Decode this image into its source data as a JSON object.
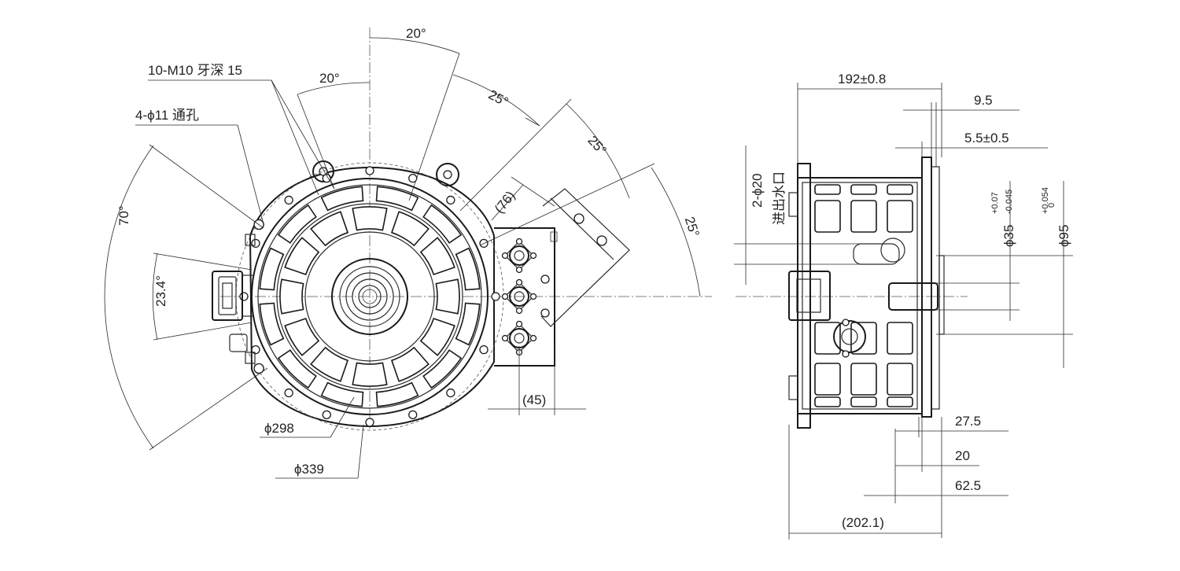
{
  "front_view": {
    "thread_holes": "10-M10 牙深 15",
    "through_holes": "4-ϕ11 通孔",
    "angle_20_top": "20°",
    "angle_20_left": "20°",
    "angle_25_a": "25°",
    "angle_25_b": "25°",
    "angle_25_c": "25°",
    "angle_70": "70°",
    "dim_23_4": "23.4°",
    "dim_76": "(76)",
    "dim_45": "(45)",
    "dia_298": "ϕ298",
    "dia_339": "ϕ339"
  },
  "side_view": {
    "overall_width": "192±0.8",
    "dim_9_5": "9.5",
    "dim_5_5": "5.5±0.5",
    "water_port_1": "2-ϕ20",
    "water_port_2": "进出水口",
    "dia_35": "ϕ35",
    "dia_35_tol_upper": "+0.07",
    "dia_35_tol_lower": "-0.045",
    "dia_95": "ϕ95",
    "dia_95_tol_upper": "+0.054",
    "dia_95_tol_lower": "0",
    "dim_27_5": "27.5",
    "dim_20": "20",
    "dim_62_5": "62.5",
    "dim_202_1": "(202.1)"
  }
}
